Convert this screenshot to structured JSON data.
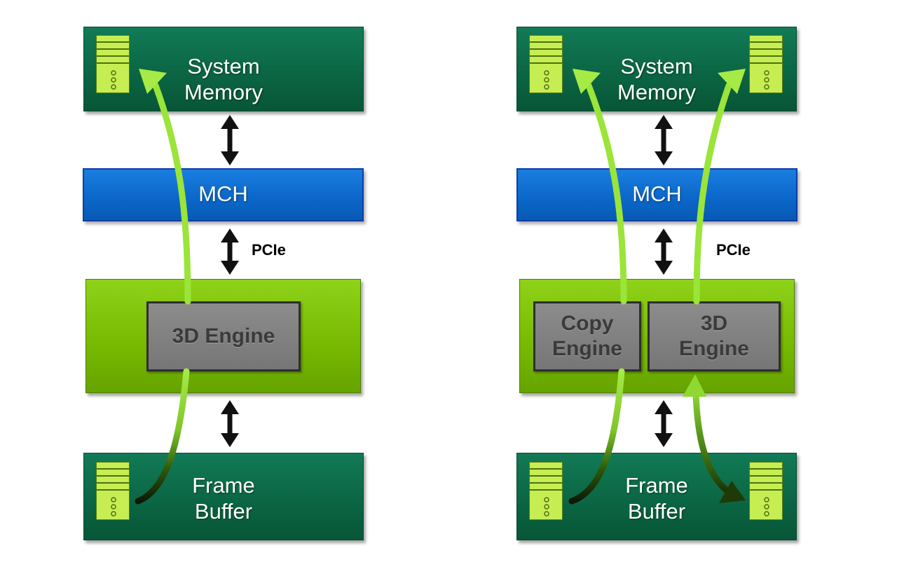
{
  "left_diagram": {
    "system_memory": "System Memory",
    "mch": "MCH",
    "pcie": "PCIe",
    "engine": "3D Engine",
    "frame_buffer": "Frame Buffer"
  },
  "right_diagram": {
    "system_memory": "System Memory",
    "mch": "MCH",
    "pcie": "PCIe",
    "copy_engine": "Copy Engine",
    "engine_3d": "3D Engine",
    "frame_buffer": "Frame Buffer"
  },
  "colors": {
    "memory_box": "#0b6644",
    "mch_box": "#0a66c8",
    "gpu_box": "#76b900",
    "engine_box": "#767676",
    "memory_icon": "#c6ee52",
    "flow_arrow": "#9be43a"
  },
  "icons": [
    "memory-module-icon",
    "bidirectional-arrow-icon",
    "data-flow-arrow-icon"
  ]
}
